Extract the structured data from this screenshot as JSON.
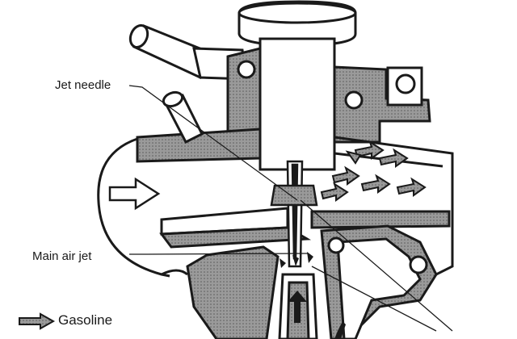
{
  "labels": {
    "jet_needle": "Jet needle",
    "main_air_jet": "Main air jet",
    "gasoline_legend": "Gasoline"
  },
  "colors": {
    "ink": "#1a1a1a",
    "shade": "#8c8c8c",
    "paper": "#ffffff"
  }
}
